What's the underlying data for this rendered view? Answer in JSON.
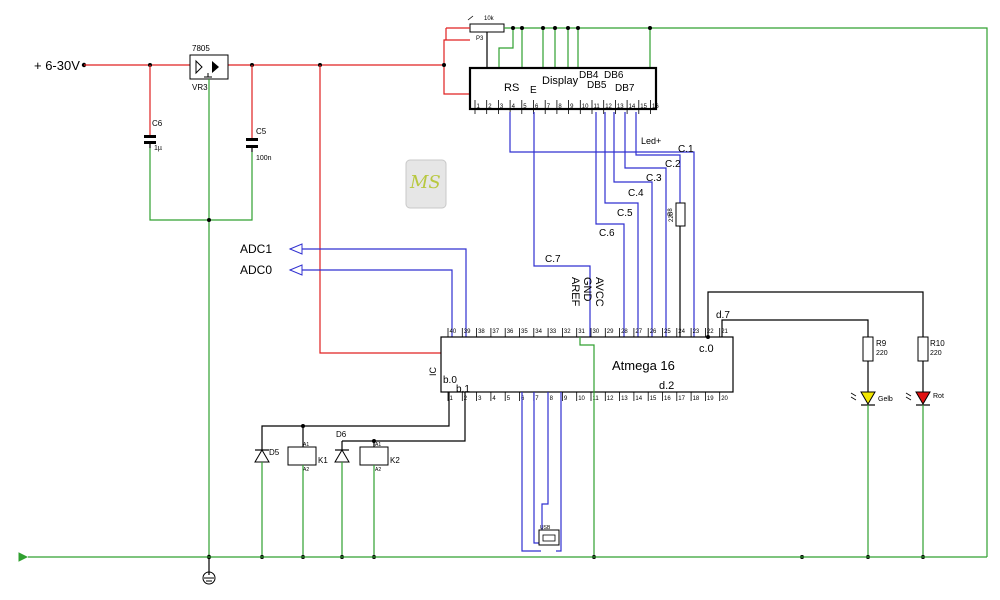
{
  "power": {
    "input_label": "+ 6-30V"
  },
  "regulator": {
    "type": "7805",
    "ref": "VR3"
  },
  "capacitors": [
    {
      "ref": "C6",
      "value": "1µ"
    },
    {
      "ref": "C5",
      "value": "100n"
    }
  ],
  "potentiometer": {
    "ref": "P3",
    "value": "10k"
  },
  "display": {
    "title": "Display",
    "labels": {
      "rs": "RS",
      "e": "E",
      "db4": "DB4",
      "db5": "DB5",
      "db6": "DB6",
      "db7": "DB7",
      "led": "Led+"
    },
    "pins": [
      "1",
      "2",
      "3",
      "4",
      "5",
      "6",
      "7",
      "8",
      "9",
      "10",
      "11",
      "12",
      "13",
      "14",
      "15",
      "16"
    ]
  },
  "port_c_labels": [
    "C.1",
    "C.2",
    "C.3",
    "C.4",
    "C.5",
    "C.6",
    "C.7"
  ],
  "resistors": [
    {
      "ref": "R8",
      "value": "220"
    },
    {
      "ref": "R9",
      "value": "220"
    },
    {
      "ref": "R10",
      "value": "220"
    }
  ],
  "adc": [
    "ADC1",
    "ADC0"
  ],
  "mcu": {
    "name": "Atmega 16",
    "ic_label": "IC",
    "top_pins": [
      "40",
      "39",
      "38",
      "37",
      "36",
      "35",
      "34",
      "33",
      "32",
      "31",
      "30",
      "29",
      "28",
      "27",
      "26",
      "25",
      "24",
      "23",
      "22",
      "21"
    ],
    "bottom_pins": [
      "1",
      "2",
      "3",
      "4",
      "5",
      "6",
      "7",
      "8",
      "9",
      "10",
      "11",
      "12",
      "13",
      "14",
      "15",
      "16",
      "17",
      "18",
      "19",
      "20"
    ],
    "port_labels": {
      "b0": "b.0",
      "b1": "b.1",
      "c0": "c.0",
      "d2": "d.2",
      "d7": "d.7"
    },
    "ref_labels": {
      "avcc": "AVCC",
      "gnd": "GND",
      "aref": "AREF"
    }
  },
  "relays": [
    {
      "ref": "K1",
      "a1": "A1",
      "a2": "A2"
    },
    {
      "ref": "K2",
      "a1": "A1",
      "a2": "A2"
    }
  ],
  "diodes": [
    "D5",
    "D6"
  ],
  "leds": [
    {
      "label": "Gelb",
      "color": "#f2e600"
    },
    {
      "label": "Rot",
      "color": "#e01010"
    }
  ],
  "logo": "MS",
  "usb_label": "USB",
  "colors": {
    "supply": "#e02020",
    "ground": "#30a030",
    "signal": "#3030d0",
    "component": "#000000"
  }
}
